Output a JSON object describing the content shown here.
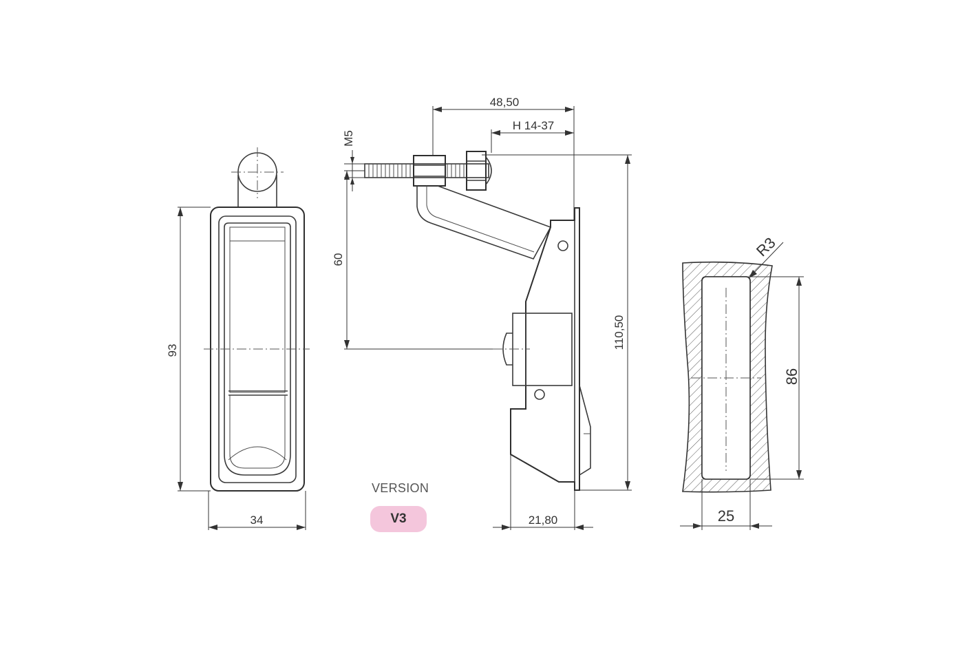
{
  "colors": {
    "line": "#333333",
    "badge": "#f4c6dc"
  },
  "front_view": {
    "height_dim": "93",
    "width_dim": "34"
  },
  "side_view": {
    "thread_dim": "M5",
    "length_dim": "48,50",
    "range_dim": "H 14-37",
    "center_dim": "60",
    "total_height_dim": "110,50",
    "depth_dim": "21,80"
  },
  "cutout_view": {
    "radius_dim": "R3",
    "height_dim": "86",
    "width_dim": "25"
  },
  "version": {
    "label": "VERSION",
    "value": "V3"
  }
}
